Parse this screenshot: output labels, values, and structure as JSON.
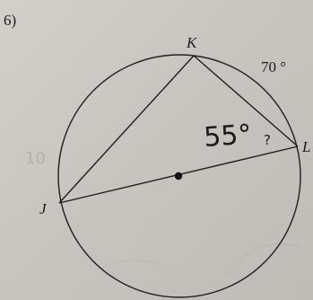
{
  "problem_number": "6)",
  "points": {
    "k": "K",
    "l": "L",
    "j": "J"
  },
  "given_arc": "70 °",
  "handwritten_answer": "55°",
  "handwritten_question_mark": "?",
  "bleed_through_text": "10",
  "colors": {
    "ink": "#1c1c1c",
    "paper": "#c9c6bf"
  }
}
